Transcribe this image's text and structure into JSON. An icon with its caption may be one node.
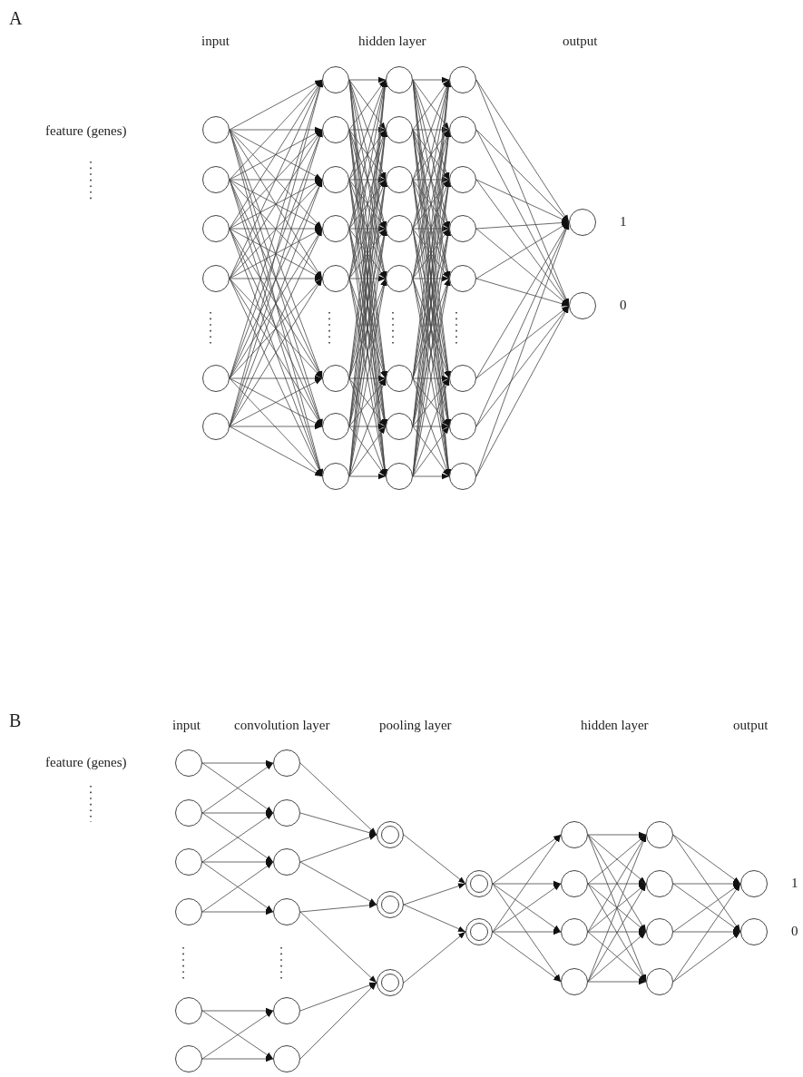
{
  "diagram": {
    "nodes": [
      {
        "text": [],
        "shape": "circle"
      },
      {
        "text": [],
        "shape": "circle"
      },
      {
        "text": [],
        "shape": "circle"
      },
      {
        "text": [],
        "shape": "circle"
      },
      {
        "text": [],
        "shape": "circle"
      },
      {
        "text": [],
        "shape": "circle"
      },
      {
        "text": [],
        "shape": "circle"
      },
      {
        "text": [],
        "shape": "circle"
      },
      {
        "text": [],
        "shape": "circle"
      },
      {
        "text": [],
        "shape": "circle"
      },
      {
        "text": [],
        "shape": "circle"
      },
      {
        "text": [],
        "shape": "circle"
      },
      {
        "text": [],
        "shape": "circle"
      },
      {
        "text": [],
        "shape": "circle"
      },
      {
        "text": [],
        "shape": "circle"
      },
      {
        "text": [],
        "shape": "circle"
      },
      {
        "text": [],
        "shape": "circle"
      },
      {
        "text": [],
        "shape": "circle"
      },
      {
        "text": [],
        "shape": "circle"
      },
      {
        "text": [],
        "shape": "circle"
      },
      {
        "text": [],
        "shape": "circle"
      },
      {
        "text": [],
        "shape": "circle"
      },
      {
        "text": [],
        "shape": "circle"
      },
      {
        "text": [],
        "shape": "circle"
      },
      {
        "text": [],
        "shape": "circle"
      },
      {
        "text": [],
        "shape": "circle"
      },
      {
        "text": [],
        "shape": "circle"
      },
      {
        "text": [],
        "shape": "circle"
      },
      {
        "text": [],
        "shape": "circle"
      },
      {
        "text": [],
        "shape": "circle"
      },
      {
        "text": [],
        "shape": "circle",
        "beside": [
          "1"
        ]
      },
      {
        "text": [],
        "shape": "circle",
        "beside": [
          "0"
        ]
      },
      {
        "text": [],
        "shape": "circle"
      },
      {
        "text": [],
        "shape": "circle"
      },
      {
        "text": [],
        "shape": "circle"
      },
      {
        "text": [],
        "shape": "circle"
      },
      {
        "text": [],
        "shape": "circle"
      },
      {
        "text": [],
        "shape": "circle"
      },
      {
        "text": [],
        "shape": "circle"
      },
      {
        "text": [],
        "shape": "circle"
      },
      {
        "text": [],
        "shape": "circle"
      },
      {
        "text": [],
        "shape": "circle"
      },
      {
        "text": [],
        "shape": "circle"
      },
      {
        "text": [],
        "shape": "circle"
      },
      {
        "text": [],
        "shape": "circle"
      },
      {
        "text": [],
        "shape": "circle"
      },
      {
        "text": [],
        "shape": "circle"
      },
      {
        "text": [],
        "shape": "circle"
      },
      {
        "text": [],
        "shape": "circle"
      },
      {
        "text": [],
        "shape": "circle"
      },
      {
        "text": [],
        "shape": "circle"
      },
      {
        "text": [],
        "shape": "circle"
      },
      {
        "text": [],
        "shape": "circle"
      },
      {
        "text": [],
        "shape": "circle"
      },
      {
        "text": [],
        "shape": "circle"
      },
      {
        "text": [],
        "shape": "circle"
      },
      {
        "text": [],
        "shape": "circle"
      },
      {
        "text": [],
        "shape": "circle",
        "beside": [
          "1"
        ]
      },
      {
        "text": [],
        "shape": "circle",
        "beside": [
          "0"
        ]
      }
    ],
    "edges": [
      {
        "from": 0,
        "to": 6,
        "arrow": "to"
      },
      {
        "from": 0,
        "to": 7,
        "arrow": "to"
      },
      {
        "from": 0,
        "to": 8,
        "arrow": "to"
      },
      {
        "from": 0,
        "to": 9,
        "arrow": "to"
      },
      {
        "from": 0,
        "to": 10,
        "arrow": "to"
      },
      {
        "from": 0,
        "to": 11,
        "arrow": "to"
      },
      {
        "from": 0,
        "to": 12,
        "arrow": "to"
      },
      {
        "from": 0,
        "to": 13,
        "arrow": "to"
      },
      {
        "from": 1,
        "to": 6,
        "arrow": "to"
      },
      {
        "from": 1,
        "to": 7,
        "arrow": "to"
      },
      {
        "from": 1,
        "to": 8,
        "arrow": "to"
      },
      {
        "from": 1,
        "to": 9,
        "arrow": "to"
      },
      {
        "from": 1,
        "to": 10,
        "arrow": "to"
      },
      {
        "from": 1,
        "to": 11,
        "arrow": "to"
      },
      {
        "from": 1,
        "to": 12,
        "arrow": "to"
      },
      {
        "from": 1,
        "to": 13,
        "arrow": "to"
      },
      {
        "from": 2,
        "to": 6,
        "arrow": "to"
      },
      {
        "from": 2,
        "to": 7,
        "arrow": "to"
      },
      {
        "from": 2,
        "to": 8,
        "arrow": "to"
      },
      {
        "from": 2,
        "to": 9,
        "arrow": "to"
      },
      {
        "from": 2,
        "to": 10,
        "arrow": "to"
      },
      {
        "from": 2,
        "to": 11,
        "arrow": "to"
      },
      {
        "from": 2,
        "to": 12,
        "arrow": "to"
      },
      {
        "from": 2,
        "to": 13,
        "arrow": "to"
      },
      {
        "from": 3,
        "to": 6,
        "arrow": "to"
      },
      {
        "from": 3,
        "to": 7,
        "arrow": "to"
      },
      {
        "from": 3,
        "to": 8,
        "arrow": "to"
      },
      {
        "from": 3,
        "to": 9,
        "arrow": "to"
      },
      {
        "from": 3,
        "to": 10,
        "arrow": "to"
      },
      {
        "from": 3,
        "to": 11,
        "arrow": "to"
      },
      {
        "from": 3,
        "to": 12,
        "arrow": "to"
      },
      {
        "from": 3,
        "to": 13,
        "arrow": "to"
      },
      {
        "from": 4,
        "to": 6,
        "arrow": "to"
      },
      {
        "from": 4,
        "to": 7,
        "arrow": "to"
      },
      {
        "from": 4,
        "to": 8,
        "arrow": "to"
      },
      {
        "from": 4,
        "to": 9,
        "arrow": "to"
      },
      {
        "from": 4,
        "to": 10,
        "arrow": "to"
      },
      {
        "from": 4,
        "to": 11,
        "arrow": "to"
      },
      {
        "from": 4,
        "to": 12,
        "arrow": "to"
      },
      {
        "from": 4,
        "to": 13,
        "arrow": "to"
      },
      {
        "from": 5,
        "to": 6,
        "arrow": "to"
      },
      {
        "from": 5,
        "to": 7,
        "arrow": "to"
      },
      {
        "from": 5,
        "to": 8,
        "arrow": "to"
      },
      {
        "from": 5,
        "to": 9,
        "arrow": "to"
      },
      {
        "from": 5,
        "to": 10,
        "arrow": "to"
      },
      {
        "from": 5,
        "to": 11,
        "arrow": "to"
      },
      {
        "from": 5,
        "to": 12,
        "arrow": "to"
      },
      {
        "from": 5,
        "to": 13,
        "arrow": "to"
      },
      {
        "from": 6,
        "to": 14,
        "arrow": "to"
      },
      {
        "from": 6,
        "to": 15,
        "arrow": "to"
      },
      {
        "from": 6,
        "to": 16,
        "arrow": "to"
      },
      {
        "from": 6,
        "to": 17,
        "arrow": "to"
      },
      {
        "from": 6,
        "to": 18,
        "arrow": "to"
      },
      {
        "from": 6,
        "to": 19,
        "arrow": "to"
      },
      {
        "from": 6,
        "to": 20,
        "arrow": "to"
      },
      {
        "from": 6,
        "to": 21,
        "arrow": "to"
      },
      {
        "from": 7,
        "to": 14,
        "arrow": "to"
      },
      {
        "from": 7,
        "to": 15,
        "arrow": "to"
      },
      {
        "from": 7,
        "to": 16,
        "arrow": "to"
      },
      {
        "from": 7,
        "to": 17,
        "arrow": "to"
      },
      {
        "from": 7,
        "to": 18,
        "arrow": "to"
      },
      {
        "from": 7,
        "to": 19,
        "arrow": "to"
      },
      {
        "from": 7,
        "to": 20,
        "arrow": "to"
      },
      {
        "from": 7,
        "to": 21,
        "arrow": "to"
      },
      {
        "from": 8,
        "to": 14,
        "arrow": "to"
      },
      {
        "from": 8,
        "to": 15,
        "arrow": "to"
      },
      {
        "from": 8,
        "to": 16,
        "arrow": "to"
      },
      {
        "from": 8,
        "to": 17,
        "arrow": "to"
      },
      {
        "from": 8,
        "to": 18,
        "arrow": "to"
      },
      {
        "from": 8,
        "to": 19,
        "arrow": "to"
      },
      {
        "from": 8,
        "to": 20,
        "arrow": "to"
      },
      {
        "from": 8,
        "to": 21,
        "arrow": "to"
      },
      {
        "from": 9,
        "to": 14,
        "arrow": "to"
      },
      {
        "from": 9,
        "to": 15,
        "arrow": "to"
      },
      {
        "from": 9,
        "to": 16,
        "arrow": "to"
      },
      {
        "from": 9,
        "to": 17,
        "arrow": "to"
      },
      {
        "from": 9,
        "to": 18,
        "arrow": "to"
      },
      {
        "from": 9,
        "to": 19,
        "arrow": "to"
      },
      {
        "from": 9,
        "to": 20,
        "arrow": "to"
      },
      {
        "from": 9,
        "to": 21,
        "arrow": "to"
      },
      {
        "from": 10,
        "to": 14,
        "arrow": "to"
      },
      {
        "from": 10,
        "to": 15,
        "arrow": "to"
      },
      {
        "from": 10,
        "to": 16,
        "arrow": "to"
      },
      {
        "from": 10,
        "to": 17,
        "arrow": "to"
      },
      {
        "from": 10,
        "to": 18,
        "arrow": "to"
      },
      {
        "from": 10,
        "to": 19,
        "arrow": "to"
      },
      {
        "from": 10,
        "to": 20,
        "arrow": "to"
      },
      {
        "from": 10,
        "to": 21,
        "arrow": "to"
      },
      {
        "from": 11,
        "to": 14,
        "arrow": "to"
      },
      {
        "from": 11,
        "to": 15,
        "arrow": "to"
      },
      {
        "from": 11,
        "to": 16,
        "arrow": "to"
      },
      {
        "from": 11,
        "to": 17,
        "arrow": "to"
      },
      {
        "from": 11,
        "to": 18,
        "arrow": "to"
      },
      {
        "from": 11,
        "to": 19,
        "arrow": "to"
      },
      {
        "from": 11,
        "to": 20,
        "arrow": "to"
      },
      {
        "from": 11,
        "to": 21,
        "arrow": "to"
      },
      {
        "from": 12,
        "to": 14,
        "arrow": "to"
      },
      {
        "from": 12,
        "to": 15,
        "arrow": "to"
      },
      {
        "from": 12,
        "to": 16,
        "arrow": "to"
      },
      {
        "from": 12,
        "to": 17,
        "arrow": "to"
      },
      {
        "from": 12,
        "to": 18,
        "arrow": "to"
      },
      {
        "from": 12,
        "to": 19,
        "arrow": "to"
      },
      {
        "from": 12,
        "to": 20,
        "arrow": "to"
      },
      {
        "from": 12,
        "to": 21,
        "arrow": "to"
      },
      {
        "from": 13,
        "to": 14,
        "arrow": "to"
      },
      {
        "from": 13,
        "to": 15,
        "arrow": "to"
      },
      {
        "from": 13,
        "to": 16,
        "arrow": "to"
      },
      {
        "from": 13,
        "to": 17,
        "arrow": "to"
      },
      {
        "from": 13,
        "to": 18,
        "arrow": "to"
      },
      {
        "from": 13,
        "to": 19,
        "arrow": "to"
      },
      {
        "from": 13,
        "to": 20,
        "arrow": "to"
      },
      {
        "from": 13,
        "to": 21,
        "arrow": "to"
      },
      {
        "from": 14,
        "to": 22,
        "arrow": "to"
      },
      {
        "from": 14,
        "to": 23,
        "arrow": "to"
      },
      {
        "from": 14,
        "to": 24,
        "arrow": "to"
      },
      {
        "from": 14,
        "to": 25,
        "arrow": "to"
      },
      {
        "from": 14,
        "to": 26,
        "arrow": "to"
      },
      {
        "from": 14,
        "to": 27,
        "arrow": "to"
      },
      {
        "from": 14,
        "to": 28,
        "arrow": "to"
      },
      {
        "from": 14,
        "to": 29,
        "arrow": "to"
      },
      {
        "from": 15,
        "to": 22,
        "arrow": "to"
      },
      {
        "from": 15,
        "to": 23,
        "arrow": "to"
      },
      {
        "from": 15,
        "to": 24,
        "arrow": "to"
      },
      {
        "from": 15,
        "to": 25,
        "arrow": "to"
      },
      {
        "from": 15,
        "to": 26,
        "arrow": "to"
      },
      {
        "from": 15,
        "to": 27,
        "arrow": "to"
      },
      {
        "from": 15,
        "to": 28,
        "arrow": "to"
      },
      {
        "from": 15,
        "to": 29,
        "arrow": "to"
      },
      {
        "from": 16,
        "to": 22,
        "arrow": "to"
      },
      {
        "from": 16,
        "to": 23,
        "arrow": "to"
      },
      {
        "from": 16,
        "to": 24,
        "arrow": "to"
      },
      {
        "from": 16,
        "to": 25,
        "arrow": "to"
      },
      {
        "from": 16,
        "to": 26,
        "arrow": "to"
      },
      {
        "from": 16,
        "to": 27,
        "arrow": "to"
      },
      {
        "from": 16,
        "to": 28,
        "arrow": "to"
      },
      {
        "from": 16,
        "to": 29,
        "arrow": "to"
      },
      {
        "from": 17,
        "to": 22,
        "arrow": "to"
      },
      {
        "from": 17,
        "to": 23,
        "arrow": "to"
      },
      {
        "from": 17,
        "to": 24,
        "arrow": "to"
      },
      {
        "from": 17,
        "to": 25,
        "arrow": "to"
      },
      {
        "from": 17,
        "to": 26,
        "arrow": "to"
      },
      {
        "from": 17,
        "to": 27,
        "arrow": "to"
      },
      {
        "from": 17,
        "to": 28,
        "arrow": "to"
      },
      {
        "from": 17,
        "to": 29,
        "arrow": "to"
      },
      {
        "from": 18,
        "to": 22,
        "arrow": "to"
      },
      {
        "from": 18,
        "to": 23,
        "arrow": "to"
      },
      {
        "from": 18,
        "to": 24,
        "arrow": "to"
      },
      {
        "from": 18,
        "to": 25,
        "arrow": "to"
      },
      {
        "from": 18,
        "to": 26,
        "arrow": "to"
      },
      {
        "from": 18,
        "to": 27,
        "arrow": "to"
      },
      {
        "from": 18,
        "to": 28,
        "arrow": "to"
      },
      {
        "from": 18,
        "to": 29,
        "arrow": "to"
      },
      {
        "from": 19,
        "to": 22,
        "arrow": "to"
      },
      {
        "from": 19,
        "to": 23,
        "arrow": "to"
      },
      {
        "from": 19,
        "to": 24,
        "arrow": "to"
      },
      {
        "from": 19,
        "to": 25,
        "arrow": "to"
      },
      {
        "from": 19,
        "to": 26,
        "arrow": "to"
      },
      {
        "from": 19,
        "to": 27,
        "arrow": "to"
      },
      {
        "from": 19,
        "to": 28,
        "arrow": "to"
      },
      {
        "from": 19,
        "to": 29,
        "arrow": "to"
      },
      {
        "from": 20,
        "to": 22,
        "arrow": "to"
      },
      {
        "from": 20,
        "to": 23,
        "arrow": "to"
      },
      {
        "from": 20,
        "to": 24,
        "arrow": "to"
      },
      {
        "from": 20,
        "to": 25,
        "arrow": "to"
      },
      {
        "from": 20,
        "to": 26,
        "arrow": "to"
      },
      {
        "from": 20,
        "to": 27,
        "arrow": "to"
      },
      {
        "from": 20,
        "to": 28,
        "arrow": "to"
      },
      {
        "from": 20,
        "to": 29,
        "arrow": "to"
      },
      {
        "from": 21,
        "to": 22,
        "arrow": "to"
      },
      {
        "from": 21,
        "to": 23,
        "arrow": "to"
      },
      {
        "from": 21,
        "to": 24,
        "arrow": "to"
      },
      {
        "from": 21,
        "to": 25,
        "arrow": "to"
      },
      {
        "from": 21,
        "to": 26,
        "arrow": "to"
      },
      {
        "from": 21,
        "to": 27,
        "arrow": "to"
      },
      {
        "from": 21,
        "to": 28,
        "arrow": "to"
      },
      {
        "from": 21,
        "to": 29,
        "arrow": "to"
      },
      {
        "from": 22,
        "to": 30,
        "arrow": "to"
      },
      {
        "from": 22,
        "to": 31,
        "arrow": "to"
      },
      {
        "from": 23,
        "to": 30,
        "arrow": "to"
      },
      {
        "from": 23,
        "to": 31,
        "arrow": "to"
      },
      {
        "from": 24,
        "to": 30,
        "arrow": "to"
      },
      {
        "from": 24,
        "to": 31,
        "arrow": "to"
      },
      {
        "from": 25,
        "to": 30,
        "arrow": "to"
      },
      {
        "from": 25,
        "to": 31,
        "arrow": "to"
      },
      {
        "from": 26,
        "to": 30,
        "arrow": "to"
      },
      {
        "from": 26,
        "to": 31,
        "arrow": "to"
      },
      {
        "from": 27,
        "to": 30,
        "arrow": "to"
      },
      {
        "from": 27,
        "to": 31,
        "arrow": "to"
      },
      {
        "from": 28,
        "to": 30,
        "arrow": "to"
      },
      {
        "from": 28,
        "to": 31,
        "arrow": "to"
      },
      {
        "from": 29,
        "to": 30,
        "arrow": "to"
      },
      {
        "from": 29,
        "to": 31,
        "arrow": "to"
      },
      {
        "from": 32,
        "to": 38,
        "arrow": "to"
      },
      {
        "from": 32,
        "to": 39,
        "arrow": "to"
      },
      {
        "from": 33,
        "to": 38,
        "arrow": "to"
      },
      {
        "from": 33,
        "to": 39,
        "arrow": "to"
      },
      {
        "from": 33,
        "to": 40,
        "arrow": "to"
      },
      {
        "from": 34,
        "to": 39,
        "arrow": "to"
      },
      {
        "from": 34,
        "to": 40,
        "arrow": "to"
      },
      {
        "from": 34,
        "to": 41,
        "arrow": "to"
      },
      {
        "from": 35,
        "to": 40,
        "arrow": "to"
      },
      {
        "from": 35,
        "to": 41,
        "arrow": "to"
      },
      {
        "from": 36,
        "to": 42,
        "arrow": "to"
      },
      {
        "from": 36,
        "to": 43,
        "arrow": "to"
      },
      {
        "from": 37,
        "to": 42,
        "arrow": "to"
      },
      {
        "from": 37,
        "to": 43,
        "arrow": "to"
      },
      {
        "from": 38,
        "to": 44,
        "arrow": "to"
      },
      {
        "from": 39,
        "to": 44,
        "arrow": "to"
      },
      {
        "from": 40,
        "to": 44,
        "arrow": "to"
      },
      {
        "from": 40,
        "to": 45,
        "arrow": "to"
      },
      {
        "from": 41,
        "to": 45,
        "arrow": "to"
      },
      {
        "from": 41,
        "to": 46,
        "arrow": "to"
      },
      {
        "from": 42,
        "to": 46,
        "arrow": "to"
      },
      {
        "from": 43,
        "to": 46,
        "arrow": "to"
      },
      {
        "from": 44,
        "to": 47,
        "arrow": "to"
      },
      {
        "from": 45,
        "to": 47,
        "arrow": "to"
      },
      {
        "from": 45,
        "to": 48,
        "arrow": "to"
      },
      {
        "from": 46,
        "to": 48,
        "arrow": "to"
      },
      {
        "from": 47,
        "to": 49,
        "arrow": "to"
      },
      {
        "from": 47,
        "to": 50,
        "arrow": "to"
      },
      {
        "from": 47,
        "to": 51,
        "arrow": "to"
      },
      {
        "from": 47,
        "to": 52,
        "arrow": "to"
      },
      {
        "from": 48,
        "to": 49,
        "arrow": "to"
      },
      {
        "from": 48,
        "to": 50,
        "arrow": "to"
      },
      {
        "from": 48,
        "to": 51,
        "arrow": "to"
      },
      {
        "from": 48,
        "to": 52,
        "arrow": "to"
      },
      {
        "from": 49,
        "to": 53,
        "arrow": "to"
      },
      {
        "from": 49,
        "to": 54,
        "arrow": "to"
      },
      {
        "from": 49,
        "to": 55,
        "arrow": "to"
      },
      {
        "from": 49,
        "to": 56,
        "arrow": "to"
      },
      {
        "from": 50,
        "to": 53,
        "arrow": "to"
      },
      {
        "from": 50,
        "to": 54,
        "arrow": "to"
      },
      {
        "from": 50,
        "to": 55,
        "arrow": "to"
      },
      {
        "from": 50,
        "to": 56,
        "arrow": "to"
      },
      {
        "from": 51,
        "to": 53,
        "arrow": "to"
      },
      {
        "from": 51,
        "to": 54,
        "arrow": "to"
      },
      {
        "from": 51,
        "to": 55,
        "arrow": "to"
      },
      {
        "from": 51,
        "to": 56,
        "arrow": "to"
      },
      {
        "from": 52,
        "to": 53,
        "arrow": "to"
      },
      {
        "from": 52,
        "to": 54,
        "arrow": "to"
      },
      {
        "from": 52,
        "to": 55,
        "arrow": "to"
      },
      {
        "from": 52,
        "to": 56,
        "arrow": "to"
      },
      {
        "from": 53,
        "to": 57,
        "arrow": "to"
      },
      {
        "from": 53,
        "to": 58,
        "arrow": "to"
      },
      {
        "from": 54,
        "to": 57,
        "arrow": "to"
      },
      {
        "from": 54,
        "to": 58,
        "arrow": "to"
      },
      {
        "from": 55,
        "to": 57,
        "arrow": "to"
      },
      {
        "from": 55,
        "to": 58,
        "arrow": "to"
      },
      {
        "from": 56,
        "to": 57,
        "arrow": "to"
      },
      {
        "from": 56,
        "to": 58,
        "arrow": "to"
      }
    ],
    "labels": [
      "A",
      "input",
      "hidden layer",
      "output",
      "feature (genes)",
      "B",
      "input",
      "convolution layer",
      "pooling layer",
      "hidden layer",
      "output",
      "feature (genes)"
    ]
  }
}
